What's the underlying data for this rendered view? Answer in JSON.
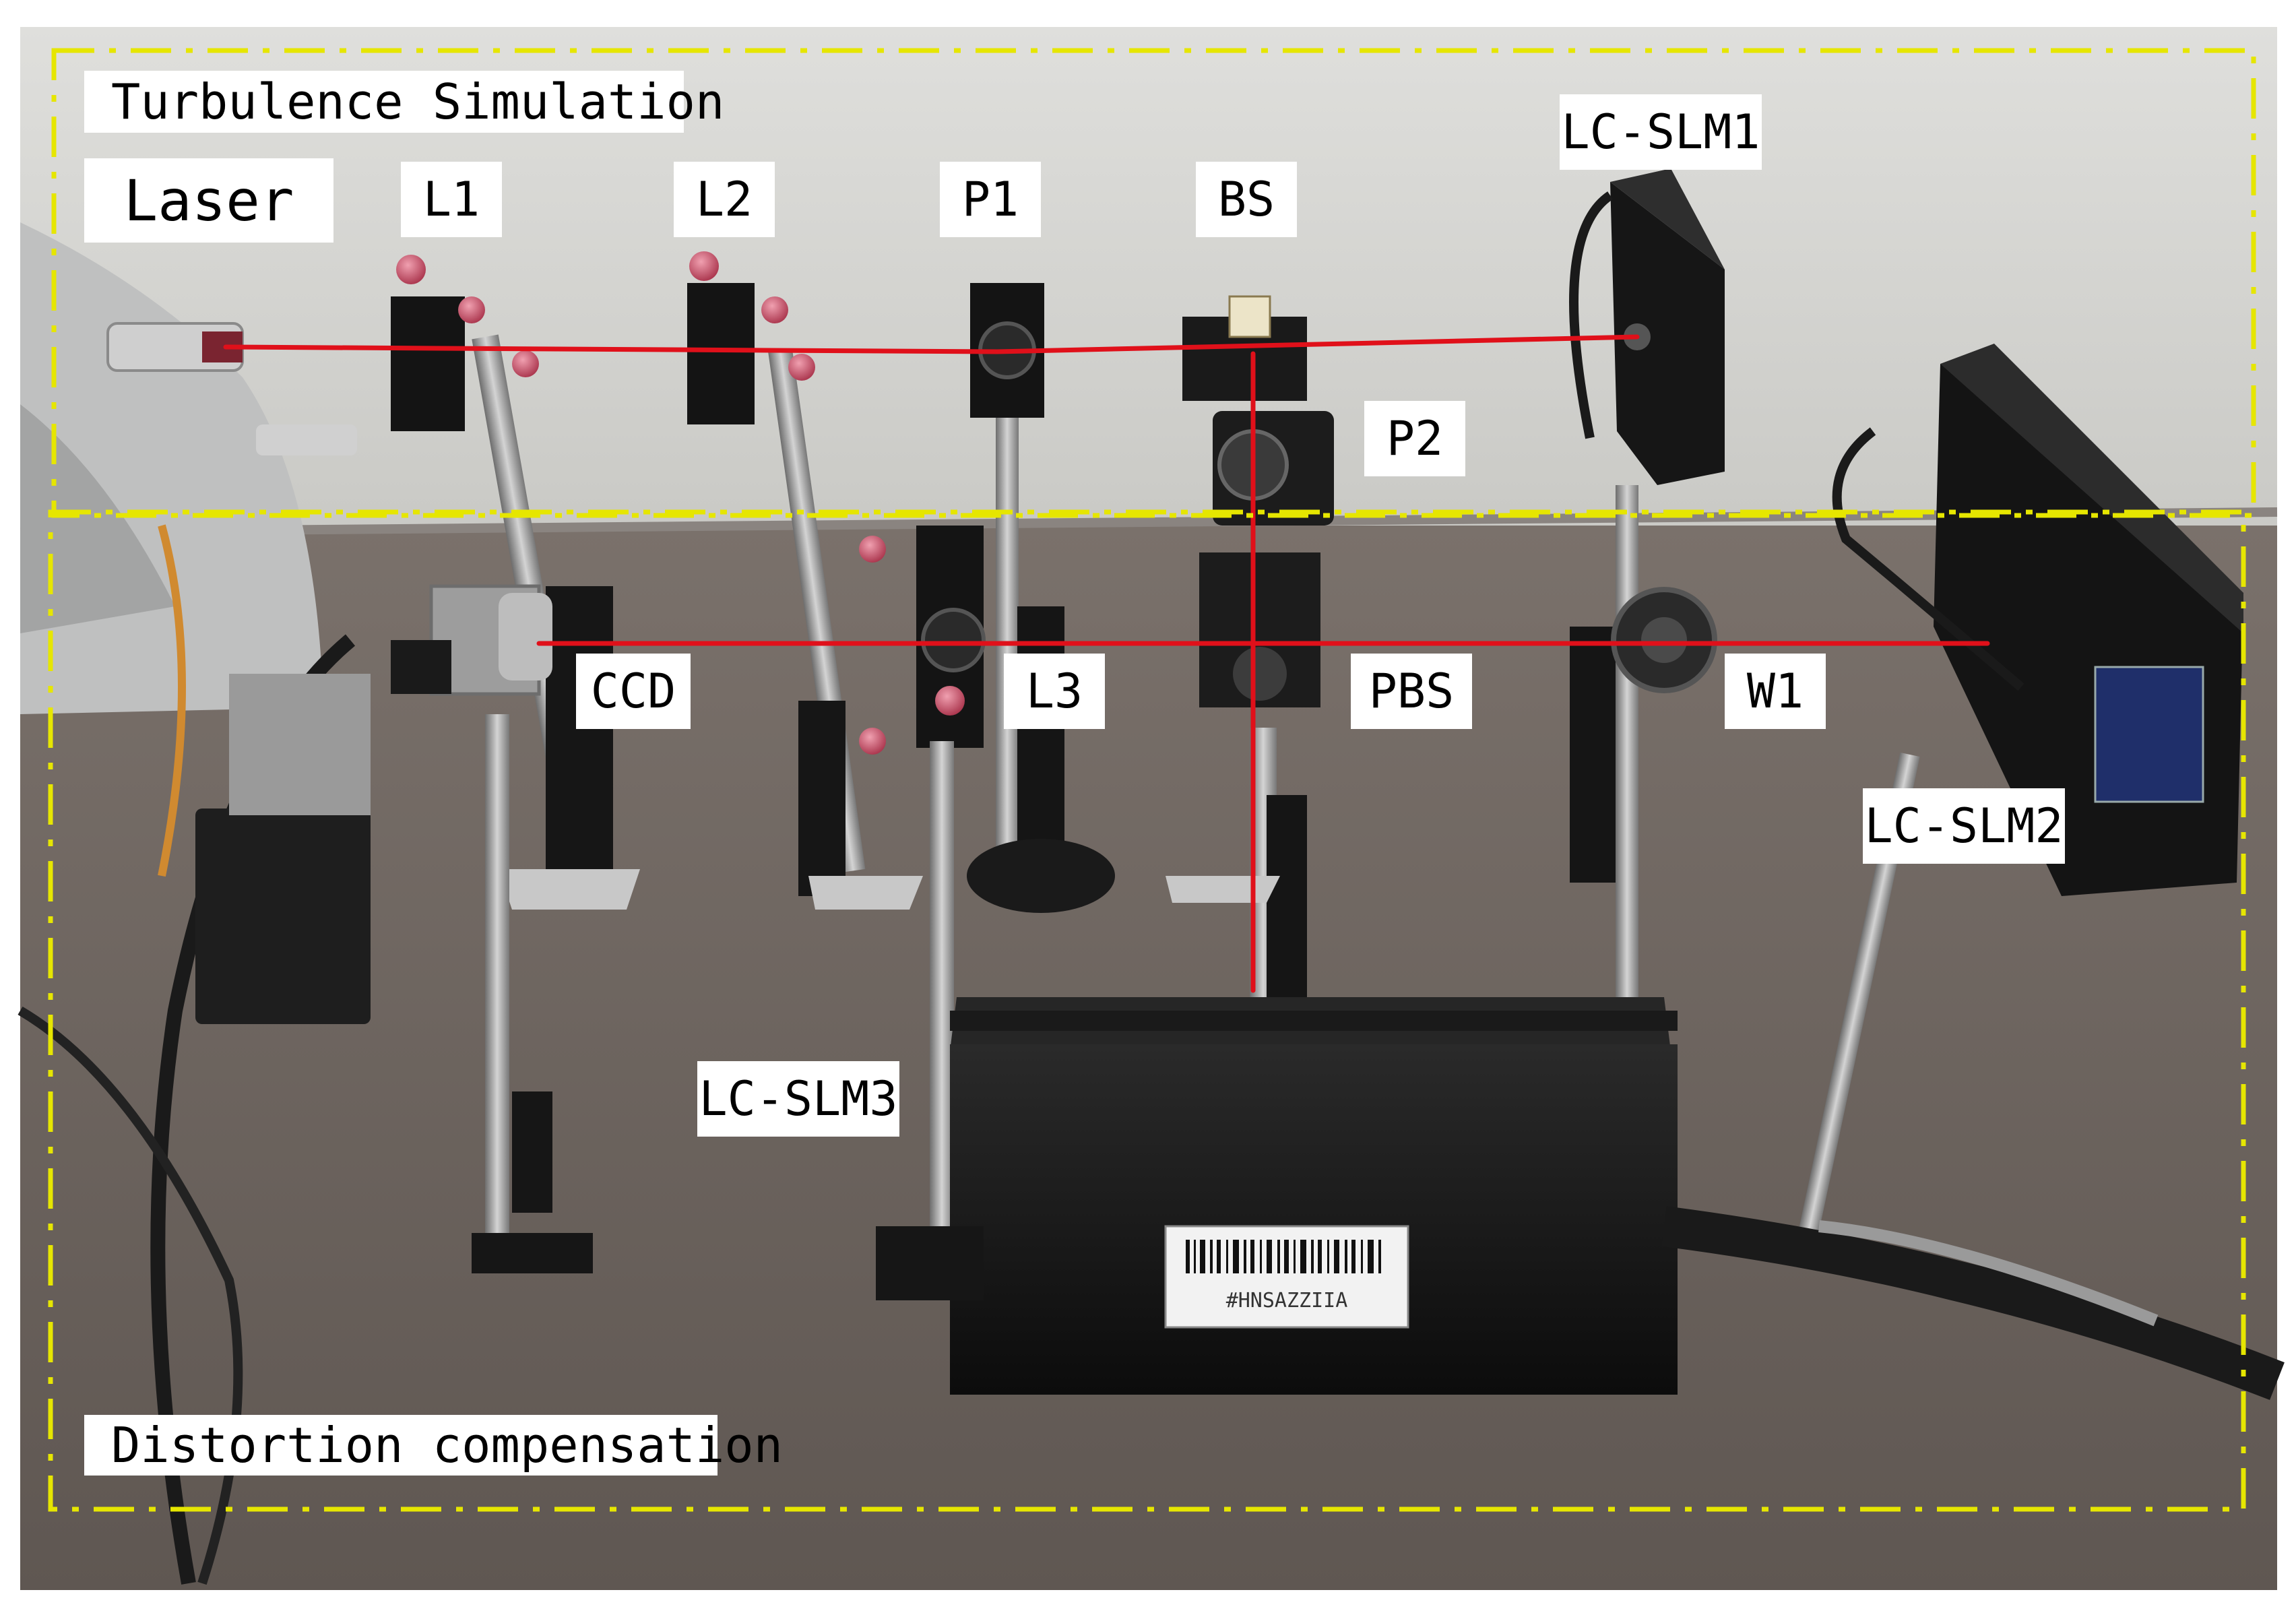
{
  "sections": {
    "turbulence": "Turbulence Simulation",
    "distortion": "Distortion compensation"
  },
  "components": {
    "laser": "Laser",
    "l1": "L1",
    "l2": "L2",
    "p1": "P1",
    "bs": "BS",
    "lc_slm1": "LC-SLM1",
    "p2": "P2",
    "ccd": "CCD",
    "l3": "L3",
    "pbs": "PBS",
    "w1": "W1",
    "lc_slm2": "LC-SLM2",
    "lc_slm3": "LC-SLM3",
    "barcode_text": "#HNSAZZIIA"
  },
  "colors": {
    "frame": "#e6e600",
    "beam": "#e0101a",
    "wall": "#d8d8d4",
    "table": "#6e6560"
  }
}
